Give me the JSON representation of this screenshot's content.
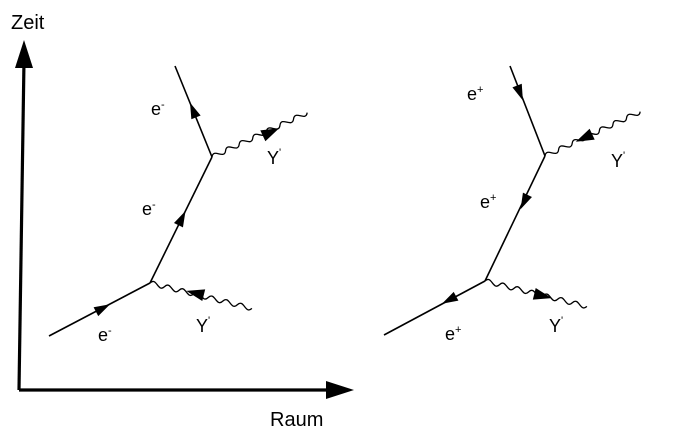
{
  "axes": {
    "time_label": "Zeit",
    "space_label": "Raum"
  },
  "electron_diagram": {
    "incoming_electron": {
      "symbol": "e",
      "charge": "-"
    },
    "middle_electron": {
      "symbol": "e",
      "charge": "-"
    },
    "outgoing_electron": {
      "symbol": "e",
      "charge": "-"
    },
    "absorbed_photon": {
      "symbol": "Y",
      "mark": "'"
    },
    "emitted_photon": {
      "symbol": "Y",
      "mark": "'"
    }
  },
  "positron_diagram": {
    "top_positron": {
      "symbol": "e",
      "charge": "+"
    },
    "middle_positron": {
      "symbol": "e",
      "charge": "+"
    },
    "bottom_positron": {
      "symbol": "e",
      "charge": "+"
    },
    "upper_photon": {
      "symbol": "Y",
      "mark": "'"
    },
    "lower_photon": {
      "symbol": "Y",
      "mark": "'"
    }
  },
  "colors": {
    "ink": "#000000",
    "background": "#ffffff"
  }
}
